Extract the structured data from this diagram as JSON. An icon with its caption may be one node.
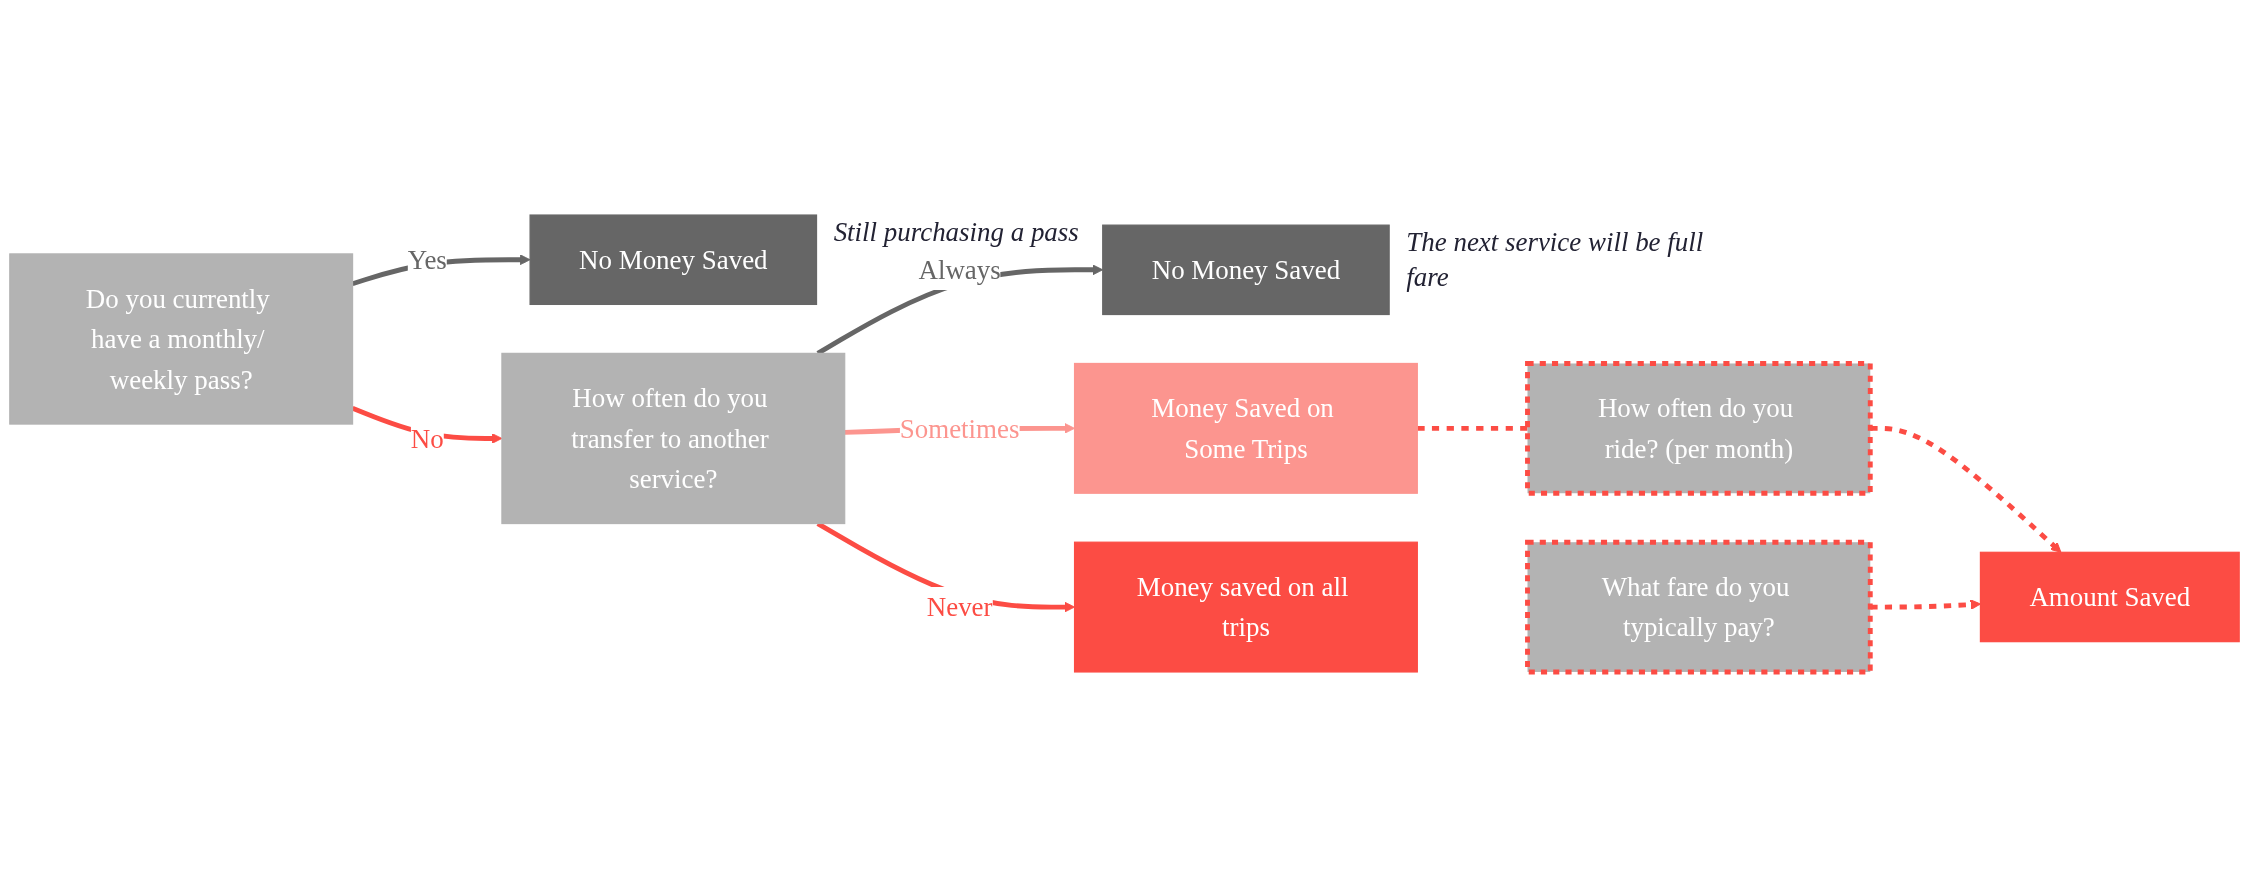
{
  "diagram": {
    "nodes": [
      {
        "text": [
          "Do you currently have a monthly/ weekly pass?"
        ]
      },
      {
        "text": [
          "No Money Saved"
        ],
        "beside": [
          "Still purchasing a pass"
        ]
      },
      {
        "text": [
          "How often do you transfer to another service?"
        ]
      },
      {
        "text": [
          "No Money Saved"
        ],
        "beside": [
          "The next service will be full fare"
        ]
      },
      {
        "text": [
          "Money Saved on Some Trips"
        ]
      },
      {
        "text": [
          "Money saved on all trips"
        ]
      },
      {
        "text": [
          "How often do you ride? (per month)"
        ]
      },
      {
        "text": [
          "What fare do you typically pay?"
        ]
      },
      {
        "text": [
          "Amount Saved"
        ]
      }
    ],
    "edges": [
      {
        "from": 0,
        "to": 1,
        "label": "Yes",
        "arrow": "to",
        "color": "#666666"
      },
      {
        "from": 0,
        "to": 2,
        "label": "No",
        "arrow": "to"
      },
      {
        "from": 2,
        "to": 3,
        "label": "Always",
        "arrow": "to",
        "color": "#666666"
      },
      {
        "from": 2,
        "to": 4,
        "label": "Sometimes",
        "arrow": "to",
        "color": "#fc958f"
      },
      {
        "from": 2,
        "to": 5,
        "label": "Never",
        "arrow": "to"
      },
      {
        "from": 4,
        "to": 6,
        "arrow": "none",
        "style": "dashed"
      },
      {
        "from": 6,
        "to": 8,
        "arrow": "to",
        "style": "dashed"
      },
      {
        "from": 7,
        "to": 8,
        "arrow": "to",
        "style": "dashed"
      }
    ]
  }
}
